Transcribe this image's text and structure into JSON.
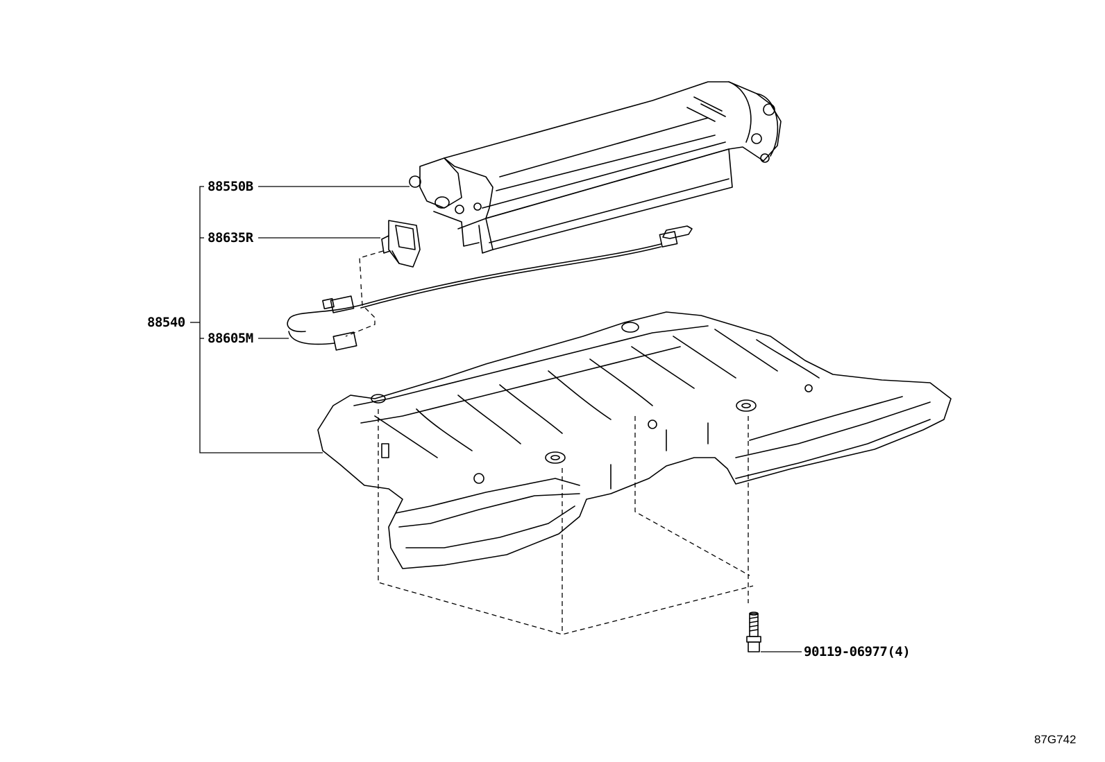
{
  "diagram": {
    "figure_code": "87G742",
    "callouts": {
      "assembly": "88540",
      "cooling_part": "88550B",
      "sensor": "88635R",
      "wire_harness": "88605M",
      "bolt": "90119-06977(4)"
    }
  }
}
